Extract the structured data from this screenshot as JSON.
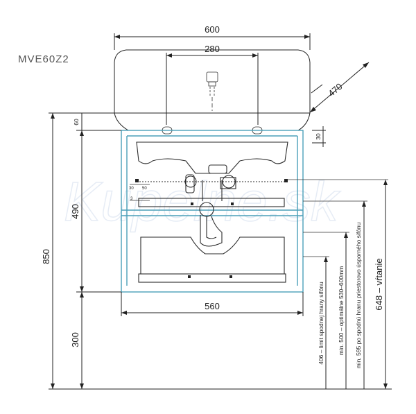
{
  "model": "MVE60Z2",
  "watermark": "Kupelne.sk",
  "dimensions": {
    "sink_width": "600",
    "tap_spacing": "280",
    "sink_depth": "470",
    "sink_rim": "60",
    "sink_edge": "30",
    "cabinet_height": "490",
    "total_height": "850",
    "cabinet_width": "560",
    "floor_gap": "300",
    "drawer_offset_a": "30",
    "drawer_offset_b": "50",
    "drawer_offset_c": "3"
  },
  "notes": {
    "siphon_limit": "406 – limit spodnej hrany sifónu",
    "siphon_optimum": "min. 500 – optimálne 530–600mm",
    "siphon_min": "min. 595 po spodnú hranu priestorovo úsporného sifónu",
    "drill_height": "648 – vŕtanie"
  }
}
